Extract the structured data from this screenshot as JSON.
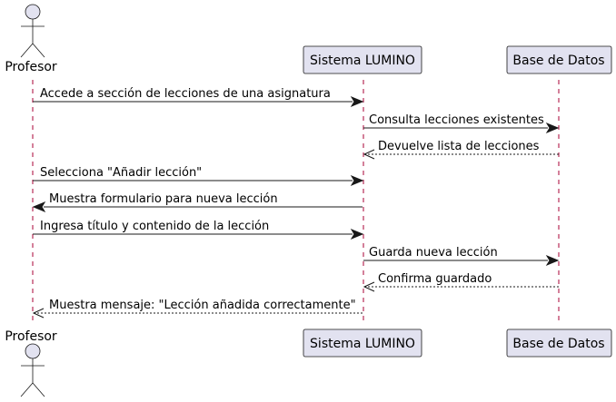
{
  "diagram": {
    "type": "sequence",
    "participants": [
      {
        "id": "profesor",
        "kind": "actor",
        "label": "Profesor"
      },
      {
        "id": "sistema",
        "kind": "participant",
        "label": "Sistema LUMINO"
      },
      {
        "id": "bd",
        "kind": "participant",
        "label": "Base de Datos"
      }
    ],
    "messages": [
      {
        "from": "profesor",
        "to": "sistema",
        "style": "sync",
        "label": "Accede a sección de lecciones de una asignatura"
      },
      {
        "from": "sistema",
        "to": "bd",
        "style": "sync",
        "label": "Consulta lecciones existentes"
      },
      {
        "from": "bd",
        "to": "sistema",
        "style": "reply",
        "label": "Devuelve lista de lecciones"
      },
      {
        "from": "profesor",
        "to": "sistema",
        "style": "sync",
        "label": "Selecciona \"Añadir lección\""
      },
      {
        "from": "sistema",
        "to": "profesor",
        "style": "sync",
        "label": "Muestra formulario para nueva lección"
      },
      {
        "from": "profesor",
        "to": "sistema",
        "style": "sync",
        "label": "Ingresa título y contenido de la lección"
      },
      {
        "from": "sistema",
        "to": "bd",
        "style": "sync",
        "label": "Guarda nueva lección"
      },
      {
        "from": "bd",
        "to": "sistema",
        "style": "reply",
        "label": "Confirma guardado"
      },
      {
        "from": "sistema",
        "to": "profesor",
        "style": "reply",
        "label": "Muestra mensaje: \"Lección añadida correctamente\""
      }
    ],
    "colors": {
      "participant_fill": "#e2e2f0",
      "participant_border": "#181818",
      "lifeline": "#a80036",
      "arrow": "#181818"
    }
  }
}
